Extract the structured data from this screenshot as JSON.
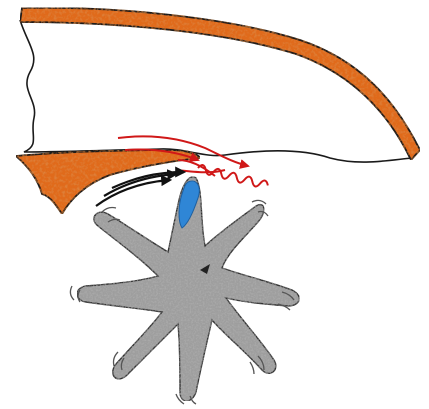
{
  "diagram": {
    "colors": {
      "background": "#ffffff",
      "bone_fill": "#e06a1e",
      "bone_texture": "#b8420f",
      "bone_outline": "#1a1a1a",
      "membrane_line": "#1a1a1a",
      "cell_fill": "#9e9e9e",
      "cell_texture": "#7c7c7c",
      "cell_outline": "#333333",
      "blue_process": "#2f86d6",
      "red_fibers": "#d01818",
      "black_arrows": "#111111",
      "motion_lines": "#555555"
    },
    "parts": [
      "bone-upper-plate",
      "bone-lower-fragment",
      "membrane-outline",
      "red-fiber-bundle",
      "spring-coil",
      "black-flow-arrows",
      "cell-body",
      "blue-cell-process",
      "motion-lines"
    ]
  }
}
